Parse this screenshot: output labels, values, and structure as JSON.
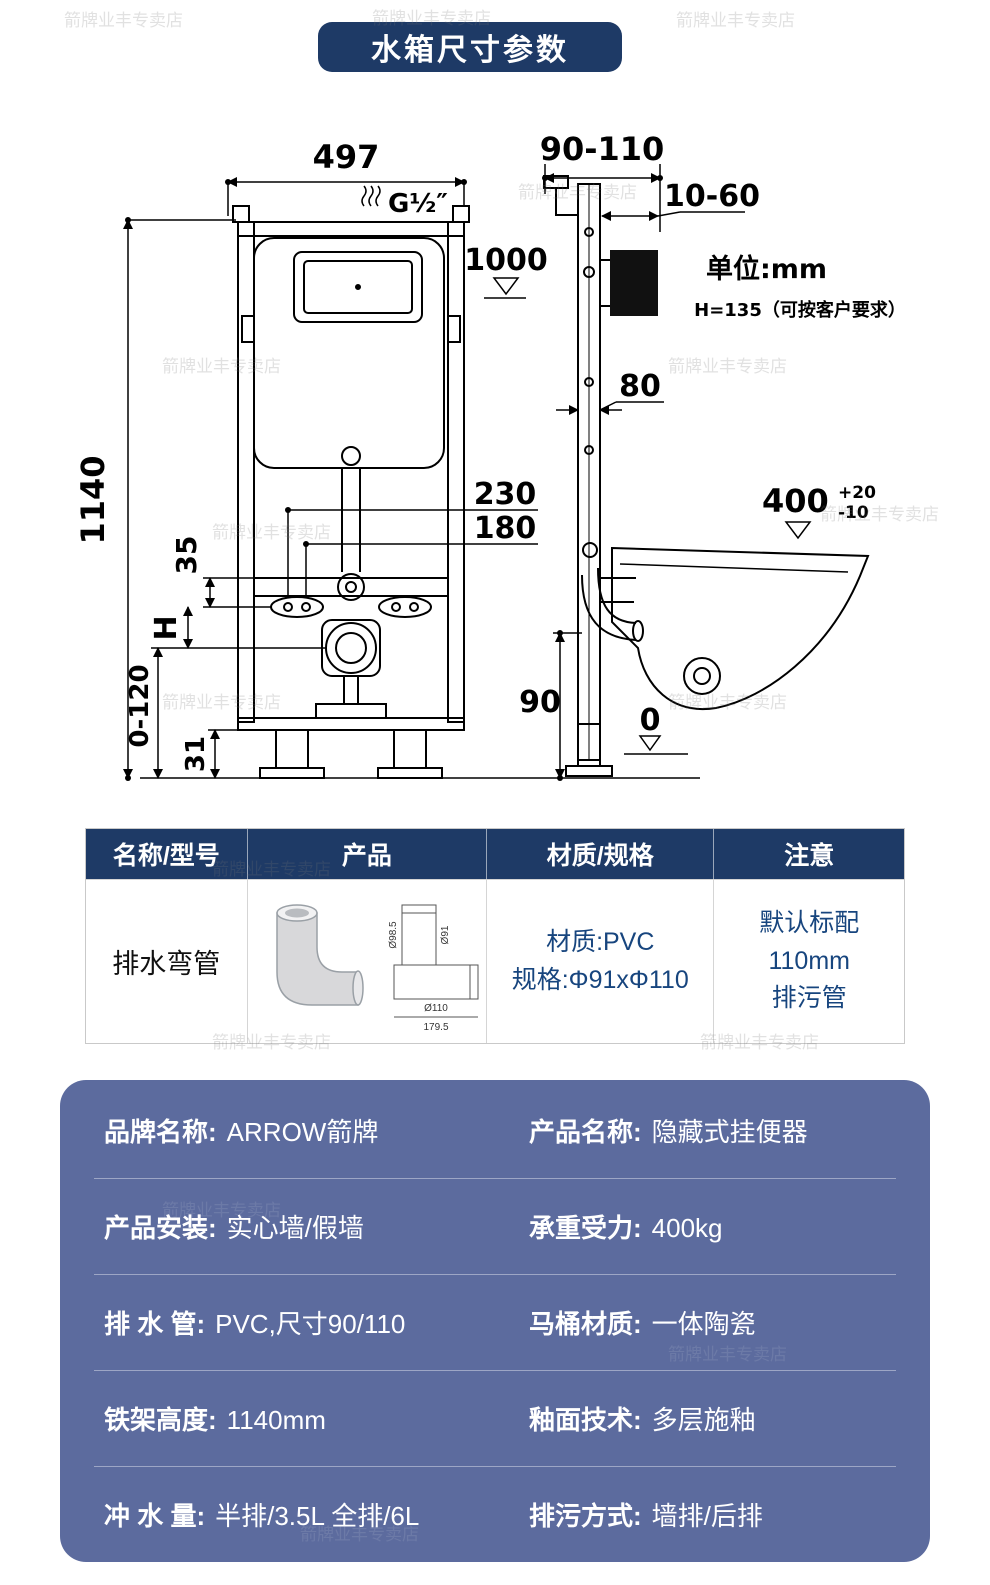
{
  "watermark": {
    "text": "箭牌业丰专卖店"
  },
  "header": {
    "title": "水箱尺寸参数"
  },
  "diagram": {
    "dims": {
      "overall_width": "497",
      "wall_depth": "90-110",
      "panel_depth": "10-60",
      "inlet_thread": "G½″",
      "supply_height": "1000",
      "unit": "单位:mm",
      "h_note": "H=135（可按客户要求）",
      "frame_height": "1140",
      "depth_80": "80",
      "bolt_span_230": "230",
      "bolt_span_180": "180",
      "dim_35": "35",
      "dim_h": "H",
      "foot_adjust": "0-120",
      "dim_31": "31",
      "outlet_height": "90",
      "floor_zero": "0",
      "seat_height": "400",
      "tol_plus": "+20",
      "tol_minus": "-10"
    }
  },
  "table": {
    "headers": [
      "名称/型号",
      "产品",
      "材质/规格",
      "注意"
    ],
    "row": {
      "name": "排水弯管",
      "product_dims": {
        "d1": "Ø98.5",
        "d2": "Ø91",
        "d3": "Ø110",
        "len": "179.5"
      },
      "material_line1": "材质:PVC",
      "material_line2": "规格:Φ91xΦ110",
      "note_line1": "默认标配",
      "note_line2": "110mm",
      "note_line3": "排污管"
    }
  },
  "specs": {
    "rows": [
      {
        "left_label": "品牌名称:",
        "left_value": "ARROW箭牌",
        "right_label": "产品名称:",
        "right_value": "隐藏式挂便器"
      },
      {
        "left_label": "产品安装:",
        "left_value": "实心墙/假墙",
        "right_label": "承重受力:",
        "right_value": "400kg"
      },
      {
        "left_label": "排 水 管:",
        "left_value": "PVC,尺寸90/110",
        "right_label": "马桶材质:",
        "right_value": "一体陶瓷"
      },
      {
        "left_label": "铁架高度:",
        "left_value": "1140mm",
        "right_label": "釉面技术:",
        "right_value": "多层施釉"
      },
      {
        "left_label": "冲 水 量:",
        "left_value": "半排/3.5L 全排/6L",
        "right_label": "排污方式:",
        "right_value": "墙排/后排"
      }
    ]
  },
  "colors": {
    "navy": "#1e3a66",
    "panel_blue": "#5c6b9e",
    "table_text_blue": "#17457e"
  }
}
